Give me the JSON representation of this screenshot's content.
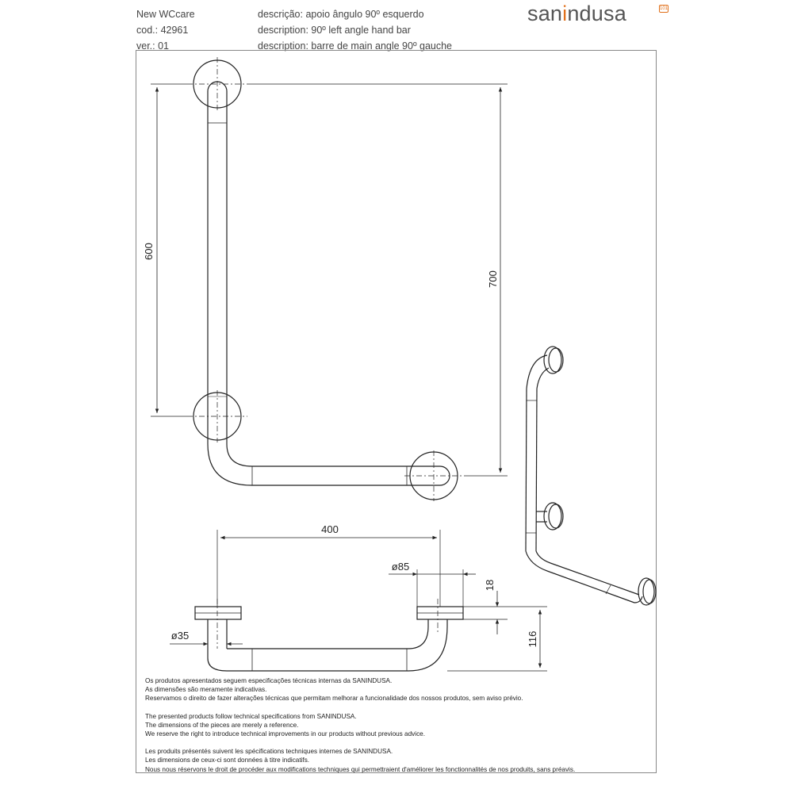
{
  "header": {
    "product_line": "New WCcare",
    "code": "cod.: 42961",
    "version": "ver.: 01",
    "desc_pt": "descrição: apoio ângulo 90º esquerdo",
    "desc_en": "description: 90º left angle hand bar",
    "desc_fr": "description: barre de main angle 90º gauche",
    "brand_prefix": "san",
    "brand_accent": "i",
    "brand_suffix": "ndusa",
    "brand_mark": "101"
  },
  "dimensions": {
    "height_600": "600",
    "height_700": "700",
    "width_400": "400",
    "flange_diameter": "ø85",
    "flange_thickness": "18",
    "tube_diameter": "ø35",
    "projection": "116"
  },
  "notes": {
    "pt": [
      "Os produtos apresentados seguem especificações técnicas internas da SANINDUSA.",
      "As dimensões são meramente indicativas.",
      "Reservamos o direito de fazer alterações técnicas que permitam melhorar a funcionalidade dos nossos produtos, sem aviso prévio."
    ],
    "en": [
      "The presented products follow technical specifications from SANINDUSA.",
      "The dimensions of the pieces are merely a reference.",
      "We reserve the right to introduce technical improvements in our products without previous advice."
    ],
    "fr": [
      "Les produits présentés suivent les spécifications techniques internes de SANINDUSA.",
      "Les dimensions de ceux-ci sont données à titre indicatifs.",
      "Nous nous réservons le droit de procéder aux modifications techniques qui permettraient d'améliorer les fonctionnalités de nos produits, sans préavis."
    ]
  },
  "colors": {
    "brand_accent": "#e0701a",
    "line": "#222222",
    "frame": "#888888"
  }
}
